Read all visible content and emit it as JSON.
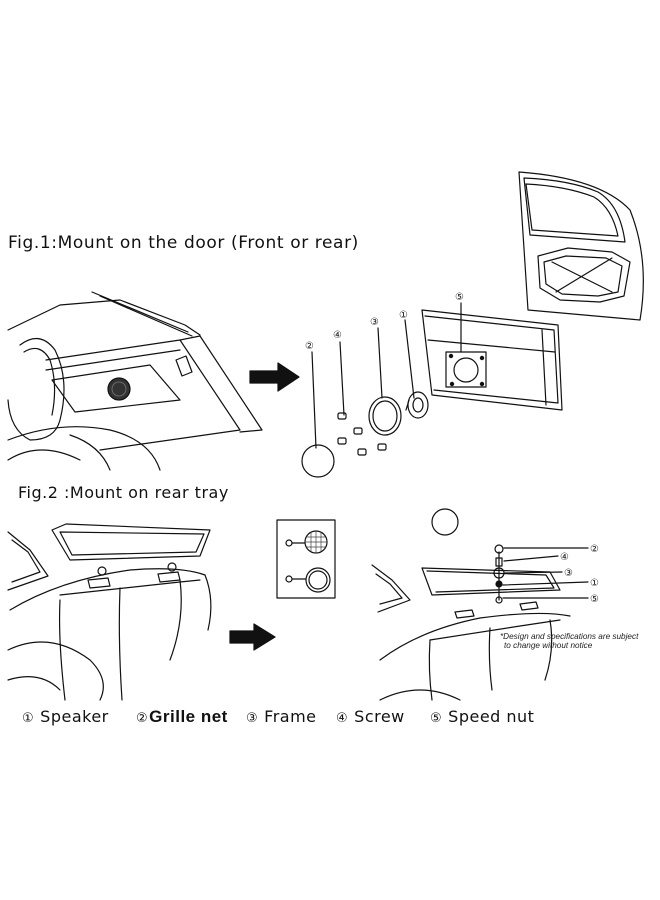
{
  "fig1": {
    "title": "Fig.1:Mount on the door (Front or rear)"
  },
  "fig2": {
    "title": "Fig.2 :Mount on rear tray"
  },
  "note": {
    "line1": "*Design and specifications are subject",
    "line2": "to change without notice"
  },
  "callouts": {
    "c1": "①",
    "c2": "②",
    "c3": "③",
    "c4": "④",
    "c5": "⑤"
  },
  "legend": [
    {
      "num": "①",
      "label": "Speaker"
    },
    {
      "num": "②",
      "label": "Grille net"
    },
    {
      "num": "③",
      "label": "Frame"
    },
    {
      "num": "④",
      "label": "Screw"
    },
    {
      "num": "⑤",
      "label": "Speed nut"
    }
  ],
  "colors": {
    "line": "#111111",
    "paper": "#ffffff",
    "grille": "#444444"
  }
}
